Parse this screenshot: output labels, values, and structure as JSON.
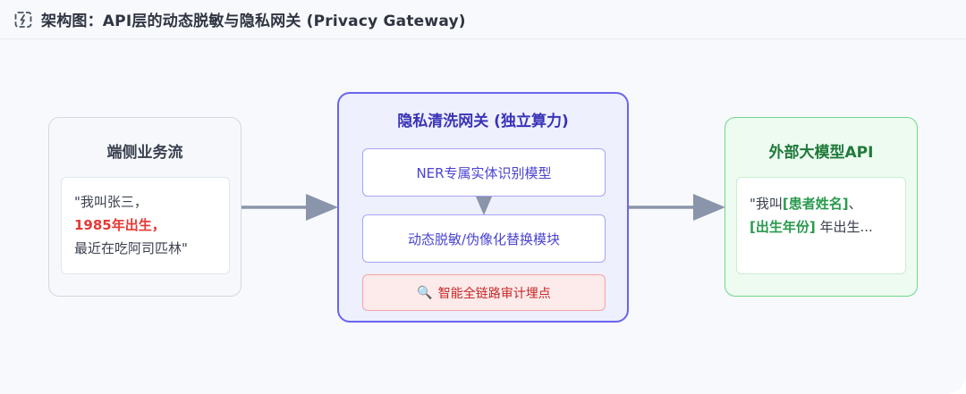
{
  "header": {
    "icon": "architecture-diagram-icon",
    "title": "架构图：API层的动态脱敏与隐私网关 (Privacy Gateway)"
  },
  "client": {
    "title": "端侧业务流",
    "lines": [
      {
        "text": "\"我叫张三，",
        "style": "normal"
      },
      {
        "text": "1985年出生，",
        "style": "highlight-red"
      },
      {
        "text": "最近在吃阿司匹林\"",
        "style": "normal"
      }
    ]
  },
  "gateway": {
    "title": "隐私清洗网关 (独立算力)",
    "modules": [
      "NER专属实体识别模型",
      "动态脱敏/伪像化替换模块"
    ],
    "audit": {
      "icon": "magnifier-icon",
      "label": "智能全链路审计埋点"
    }
  },
  "api": {
    "title": "外部大模型API",
    "line1": {
      "prefix": "\"我叫",
      "tag": "[患者姓名]",
      "suffix": "、"
    },
    "line2": {
      "tag": "[出生年份]",
      "suffix": " 年出生..."
    }
  },
  "colors": {
    "gateway_accent": "#6a64ef",
    "api_accent": "#6fd68a",
    "sensitive_red": "#e53935",
    "masked_green": "#2a9a4e",
    "arrow": "#8a94aa"
  }
}
